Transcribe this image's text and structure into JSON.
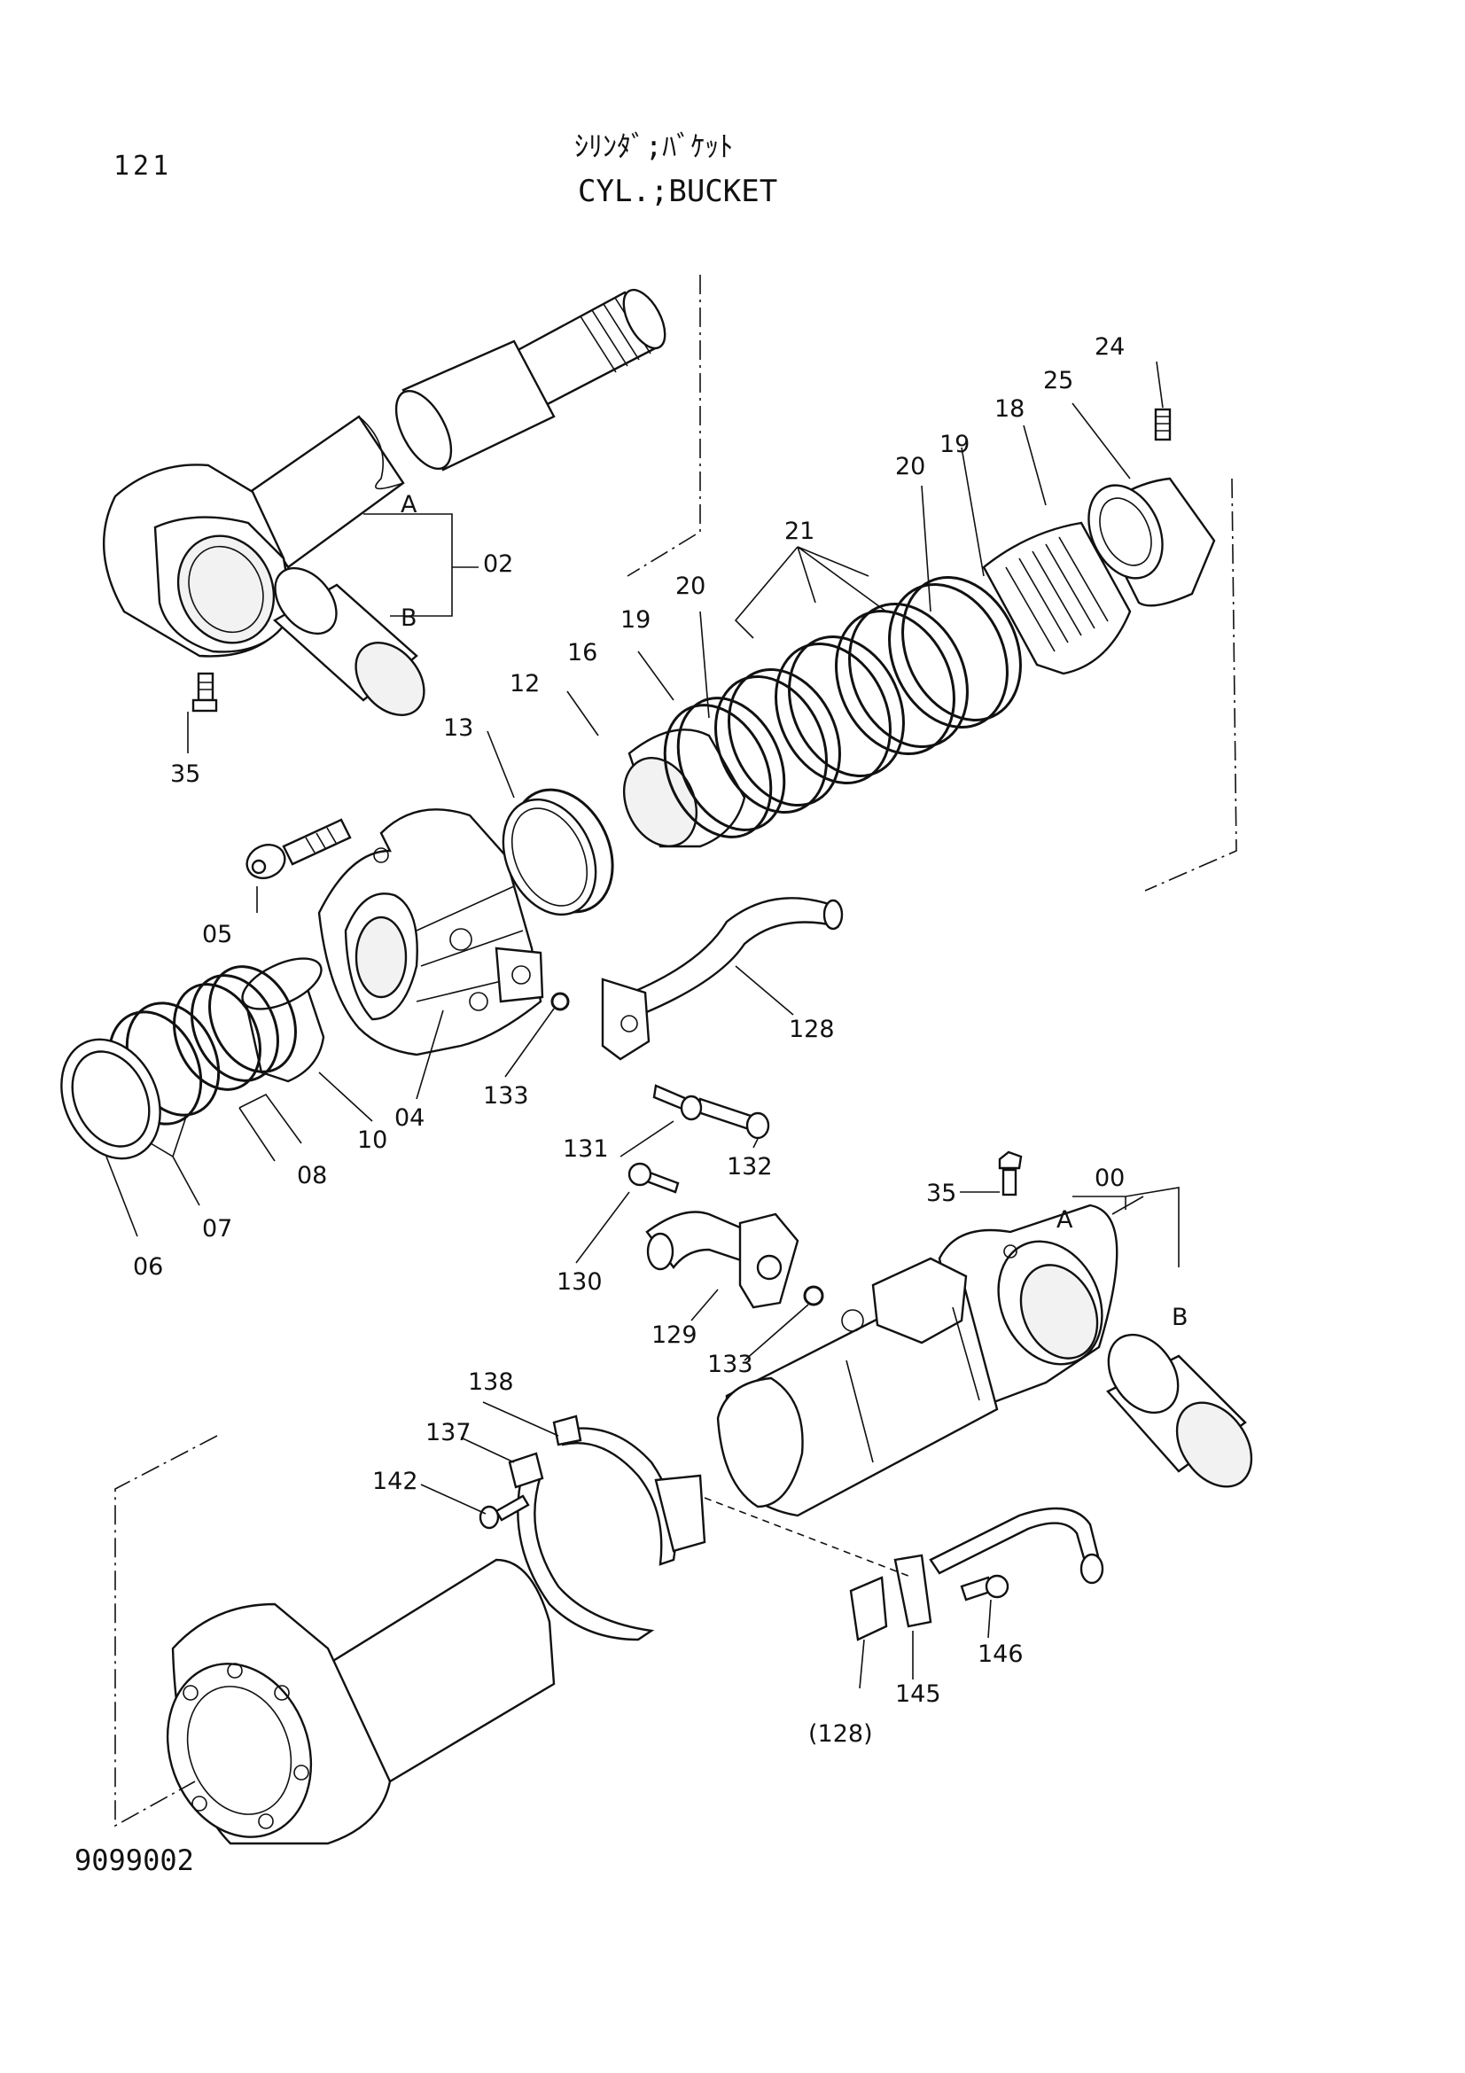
{
  "header": {
    "page_number": "121",
    "title_japanese": "ｼﾘﾝﾀﾞ;ﾊﾞｹｯﾄ",
    "title_english": "CYL.;BUCKET"
  },
  "footer": {
    "drawing_number": "9099002"
  },
  "callouts": {
    "c00": "00",
    "c02": "02",
    "c04": "04",
    "c05": "05",
    "c06": "06",
    "c07": "07",
    "c08": "08",
    "c10": "10",
    "c12": "12",
    "c13": "13",
    "c16": "16",
    "c18": "18",
    "c19a": "19",
    "c19b": "19",
    "c20a": "20",
    "c20b": "20",
    "c21": "21",
    "c24": "24",
    "c25": "25",
    "c35a": "35",
    "c35b": "35",
    "c128": "128",
    "c128ref": "(128)",
    "c129": "129",
    "c130": "130",
    "c131": "131",
    "c132": "132",
    "c133a": "133",
    "c133b": "133",
    "c137": "137",
    "c138": "138",
    "c142": "142",
    "c145": "145",
    "c146": "146",
    "subA1": "A",
    "subB1": "B",
    "subA2": "A",
    "subB2": "B"
  }
}
